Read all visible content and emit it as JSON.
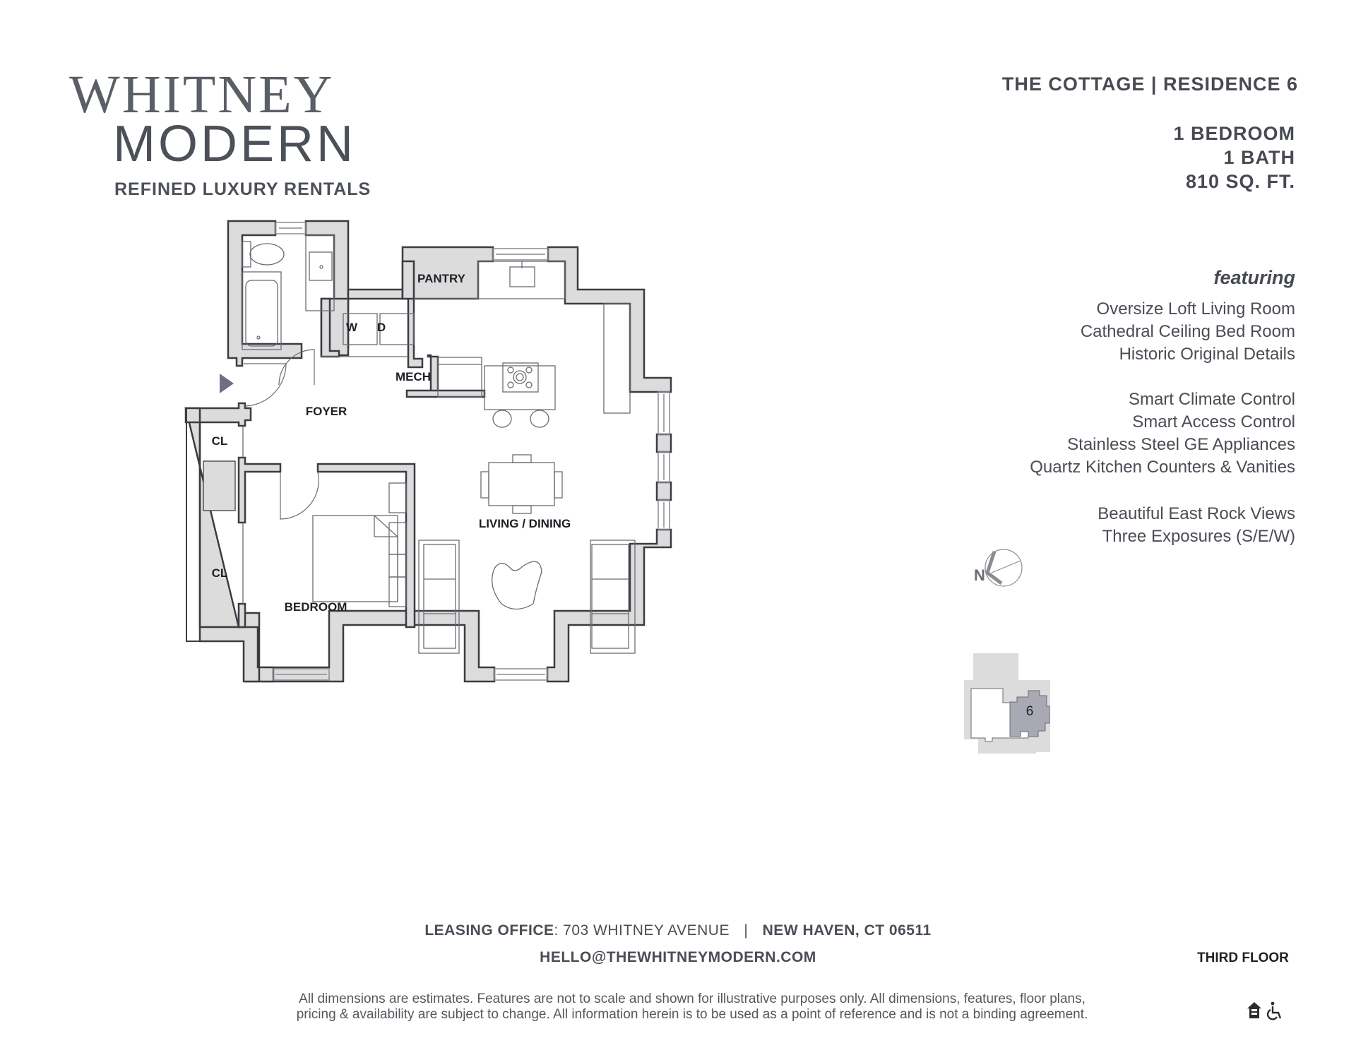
{
  "brand": {
    "line1": "WHITNEY",
    "line2": "MODERN",
    "tagline": "REFINED LUXURY RENTALS"
  },
  "residence": {
    "title": "THE COTTAGE | RESIDENCE 6",
    "bedrooms": "1 BEDROOM",
    "baths": "1 BATH",
    "area": "810 SQ. FT."
  },
  "features": {
    "heading": "featuring",
    "groups": [
      [
        "Oversize Loft Living Room",
        "Cathedral Ceiling Bed Room",
        "Historic Original Details"
      ],
      [
        "Smart Climate Control",
        "Smart Access Control",
        "Stainless Steel GE Appliances",
        "Quartz Kitchen Counters & Vanities"
      ],
      [
        "Beautiful East Rock Views",
        "Three Exposures (S/E/W)"
      ]
    ]
  },
  "floorplan": {
    "rooms": {
      "pantry": "PANTRY",
      "washer": "W",
      "dryer": "D",
      "mech": "MECH",
      "foyer": "FOYER",
      "closet_upper": "CL",
      "closet_lower": "CL",
      "living_dining": "LIVING / DINING",
      "bedroom": "BEDROOM"
    },
    "compass_label": "N",
    "colors": {
      "wall_fill": "#dcdcdd",
      "wall_stroke": "#3a3c42",
      "entry_arrow": "#6e7082"
    }
  },
  "keyplan": {
    "unit_number": "6",
    "floor_label": "THIRD FLOOR",
    "colors": {
      "building": "#dcdcdd",
      "unit": "#a9a9b4",
      "other_units": "#ffffff"
    }
  },
  "footer": {
    "leasing_label": "LEASING OFFICE",
    "leasing_address": ": 703 WHITNEY AVENUE",
    "city": "NEW HAVEN, CT 06511",
    "separator": "|",
    "email": "HELLO@THEWHITNEYMODERN.COM",
    "disclaimer_line1": "All dimensions are estimates. Features are not to scale and shown for illustrative purposes only. All dimensions, features, floor plans,",
    "disclaimer_line2": "pricing & availability are subject to change. All information herein is to be used as a point of reference and is not a binding agreement."
  },
  "badges": {
    "equal_housing": "equal-housing-icon",
    "accessibility": "wheelchair-icon"
  }
}
